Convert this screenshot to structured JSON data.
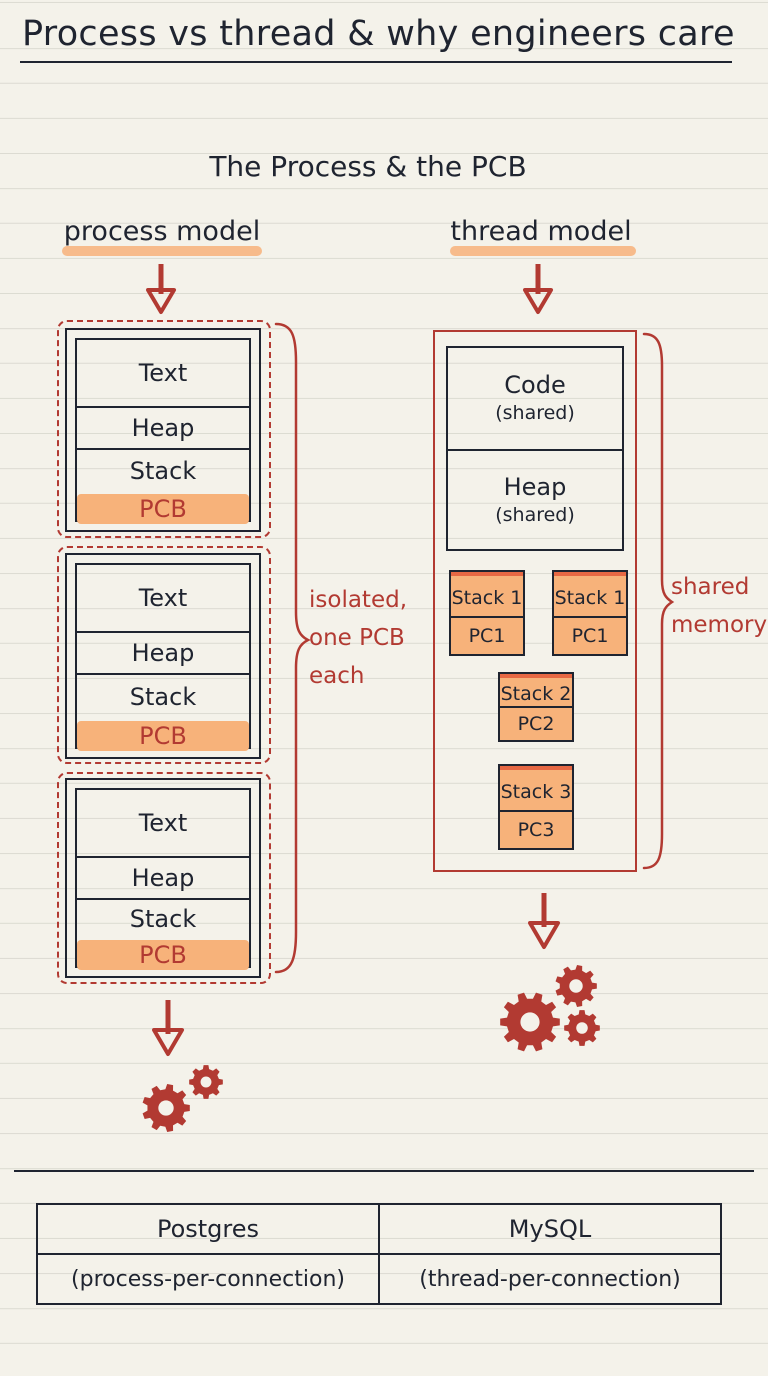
{
  "title": "Process vs thread & why engineers care",
  "subtitle": "The Process & the PCB",
  "process_model": {
    "label": "process model",
    "blocks": [
      {
        "segments": [
          "Text",
          "Heap",
          "Stack",
          "PCB"
        ]
      },
      {
        "segments": [
          "Text",
          "Heap",
          "Stack",
          "PCB"
        ]
      },
      {
        "segments": [
          "Text",
          "Heap",
          "Stack",
          "PCB"
        ]
      }
    ],
    "annotation": [
      "isolated,",
      "one PCB",
      "each"
    ]
  },
  "thread_model": {
    "label": "thread model",
    "shared": [
      {
        "name": "Code",
        "note": "(shared)"
      },
      {
        "name": "Heap",
        "note": "(shared)"
      }
    ],
    "threads": [
      {
        "stack": "Stack 1",
        "pc": "PC1"
      },
      {
        "stack": "Stack 1",
        "pc": "PC1"
      },
      {
        "stack": "Stack 2",
        "pc": "PC2"
      },
      {
        "stack": "Stack 3",
        "pc": "PC3"
      }
    ],
    "annotation": [
      "shared",
      "memory"
    ]
  },
  "comparison": {
    "columns": [
      {
        "name": "Postgres",
        "detail": "(process-per-connection)"
      },
      {
        "name": "MySQL",
        "detail": "(thread-per-connection)"
      }
    ]
  },
  "colors": {
    "ink": "#1f2430",
    "red": "#b23a32",
    "highlight": "#f7b27a",
    "paper": "#f4f2ea"
  },
  "icons": [
    "down-arrow-icon",
    "gears-icon",
    "curly-brace-icon"
  ]
}
